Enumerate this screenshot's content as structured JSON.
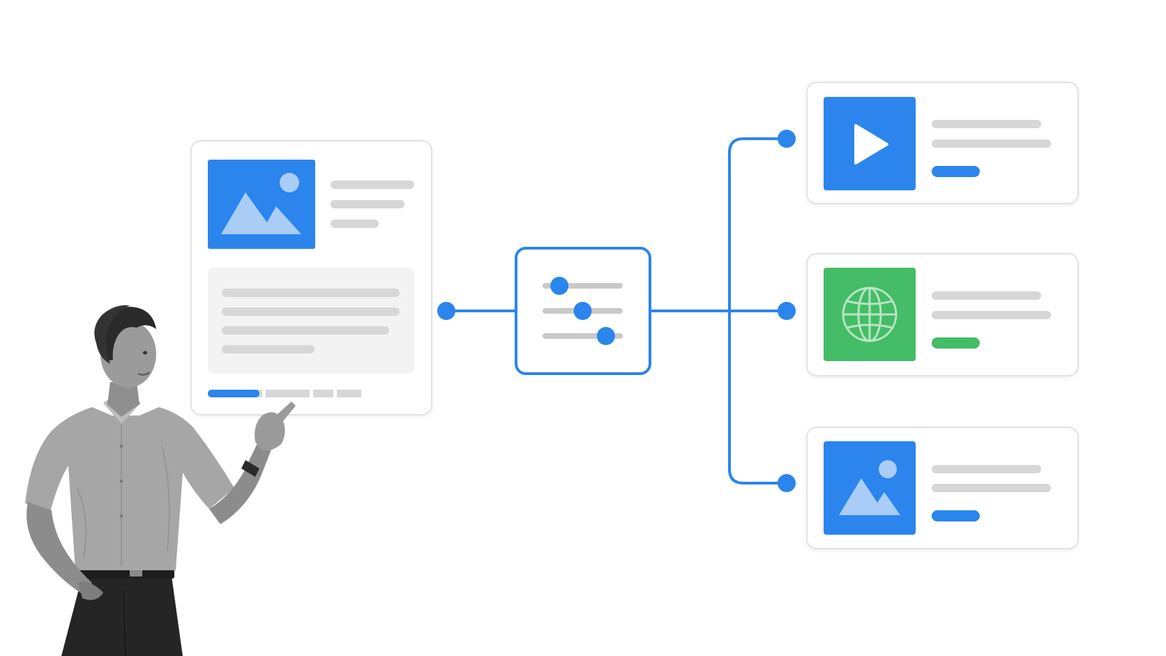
{
  "colors": {
    "accent_blue": "#2B85EC",
    "accent_green": "#45BC67",
    "light_blue": "#A9CDF6",
    "light_green": "#B7E6C3",
    "placeholder_gray": "#D7D7D7",
    "panel_gray": "#F3F3F3",
    "card_border": "#E2E2E2",
    "background": "#FFFFFF"
  },
  "source_card": {
    "icon": "image-icon",
    "progress_percent": 25
  },
  "filter_node": {
    "icon": "sliders-icon",
    "slider_levels": [
      0.21,
      0.5,
      0.79
    ]
  },
  "output_cards": [
    {
      "icon": "play-icon",
      "color": "#2B85EC"
    },
    {
      "icon": "globe-icon",
      "color": "#45BC67"
    },
    {
      "icon": "image-icon",
      "color": "#2B85EC"
    }
  ],
  "presenter": {
    "icon": "person-pointing-illustration"
  }
}
